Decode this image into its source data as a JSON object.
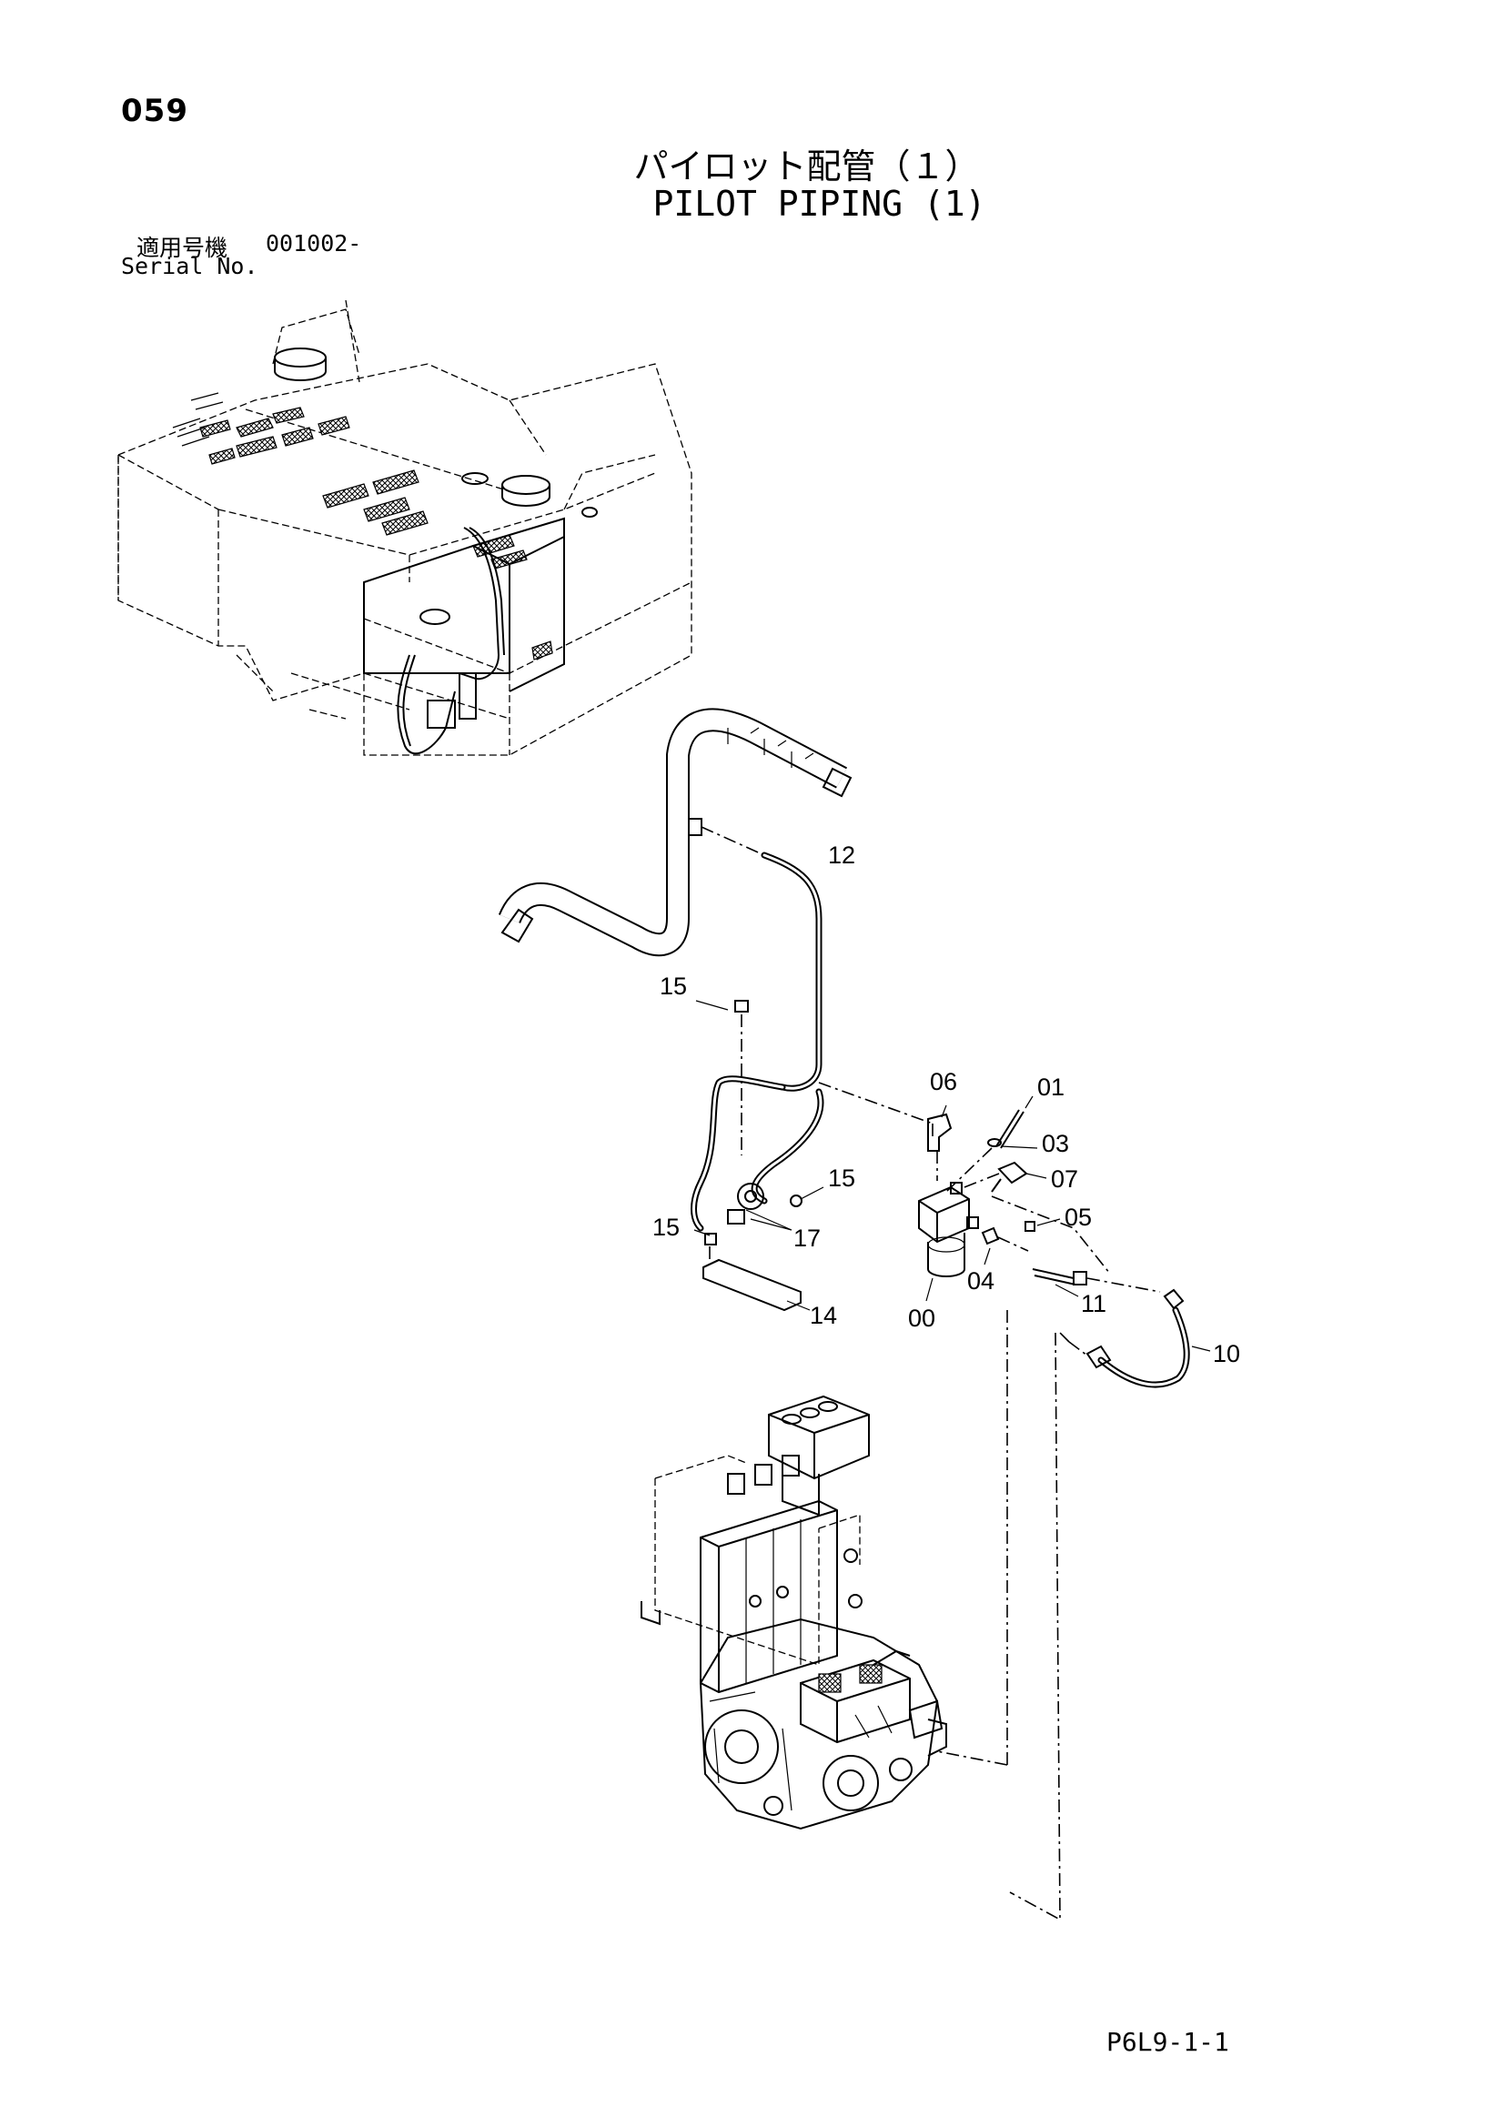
{
  "header": {
    "page_number": "059",
    "title_jp": "パイロット配管（１）",
    "title_en": "PILOT PIPING (1)",
    "serial_label_jp": "適用号機",
    "serial_label_en": "Serial No.",
    "serial_value": "001002-"
  },
  "footer": {
    "page_code": "P6L9-1-1"
  },
  "callouts": {
    "c12": "12",
    "c15a": "15",
    "c06": "06",
    "c01": "01",
    "c03": "03",
    "c15b": "15",
    "c07": "07",
    "c15c": "15",
    "c17": "17",
    "c05": "05",
    "c14": "14",
    "c04": "04",
    "c00": "00",
    "c11": "11",
    "c10": "10"
  }
}
